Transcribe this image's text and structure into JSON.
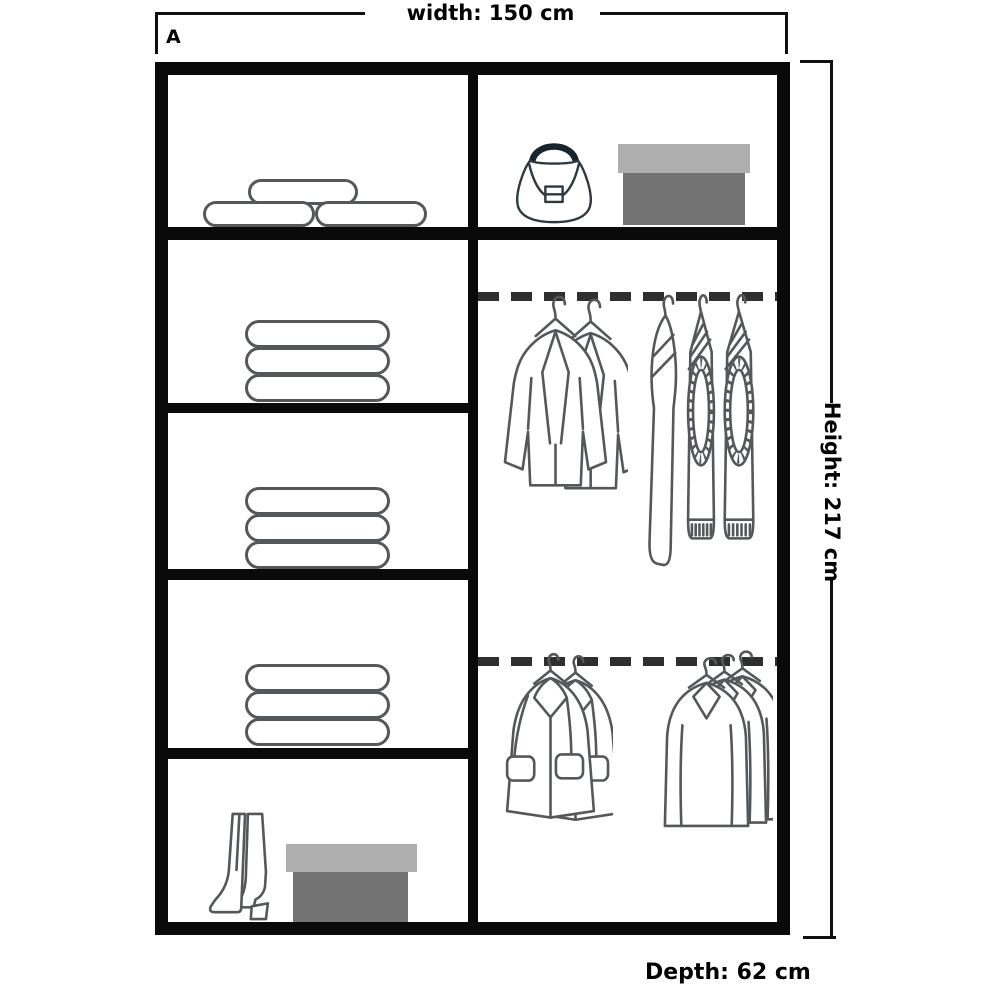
{
  "page": {
    "background": "#ffffff"
  },
  "labels": {
    "width": "width: 150 cm",
    "height": "Height: 217 cm",
    "depth": "Depth: 62 cm",
    "corner": "A"
  },
  "colors": {
    "frame": "#0a0a0a",
    "garment_outline": "#55585a",
    "rail_dash": "#2f2f2f",
    "box_lid": "#aeaeae",
    "box_body": "#737373",
    "bag_outline": "#2b3a42",
    "bag_handle": "#16242e"
  },
  "wardrobe": {
    "type": "sliding-door wardrobe internal layout diagram",
    "columns": 2,
    "left_column": {
      "sections": [
        {
          "name": "top shelf",
          "contents": [
            {
              "icon": "rolled-duvet",
              "count": 3
            }
          ]
        },
        {
          "name": "shelf 2",
          "contents": [
            {
              "icon": "folded-clothes-stack",
              "count": 3
            }
          ]
        },
        {
          "name": "shelf 3",
          "contents": [
            {
              "icon": "folded-clothes-stack",
              "count": 3
            }
          ]
        },
        {
          "name": "shelf 4",
          "contents": [
            {
              "icon": "folded-clothes-stack",
              "count": 3
            }
          ]
        },
        {
          "name": "bottom shelf",
          "contents": [
            {
              "icon": "boots",
              "count": 1
            },
            {
              "icon": "storage-box",
              "count": 1
            }
          ]
        }
      ]
    },
    "right_column": {
      "sections": [
        {
          "name": "top shelf",
          "contents": [
            {
              "icon": "handbag",
              "count": 1
            },
            {
              "icon": "storage-box",
              "count": 1
            }
          ]
        },
        {
          "name": "upper hanging rail",
          "contents": [
            {
              "icon": "hanging-jacket",
              "count": 2
            },
            {
              "icon": "hanging-trousers",
              "count": 3
            }
          ]
        },
        {
          "name": "lower hanging rail",
          "contents": [
            {
              "icon": "hanging-coat",
              "count": 2
            },
            {
              "icon": "hanging-shirt",
              "count": 3
            }
          ]
        }
      ]
    }
  }
}
